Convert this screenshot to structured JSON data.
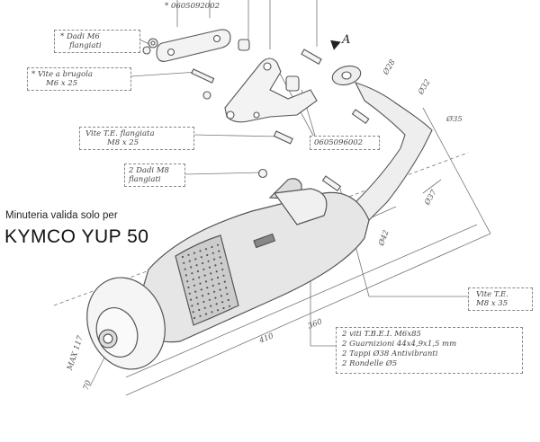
{
  "top_code": "* 0605092002",
  "part_code": "0605096002",
  "labels": {
    "dadi_m6_flangiati": [
      "* Dadi M6",
      "flangiati"
    ],
    "vite_brugola": [
      "* Vite a brugola",
      "M6 x 25"
    ],
    "vite_te_flangiata": [
      "Vite T.E. flangiata",
      "M8 x 25"
    ],
    "dadi_m8_flangiati": [
      "2 Dadi M8",
      "flangiati"
    ],
    "vite_te": [
      "Vite T.E.",
      "M8 x 35"
    ],
    "kit": [
      "2 viti T.B.E.I. M6x85",
      "2 Guarnizioni 44x4,9x1,5 mm",
      "2 Tappi Ø38 Antivibranti",
      "2 Rondelle Ø5"
    ]
  },
  "marker": "A",
  "note": "Minuteria valida solo per",
  "model": "KYMCO YUP 50",
  "dimensions": {
    "d1": "Ø28",
    "d2": "Ø32",
    "d3": "Ø35",
    "d4": "Ø37",
    "d5": "Ø42",
    "l1": "410",
    "l2": "360",
    "max": "MAX 117",
    "h1": "70"
  }
}
